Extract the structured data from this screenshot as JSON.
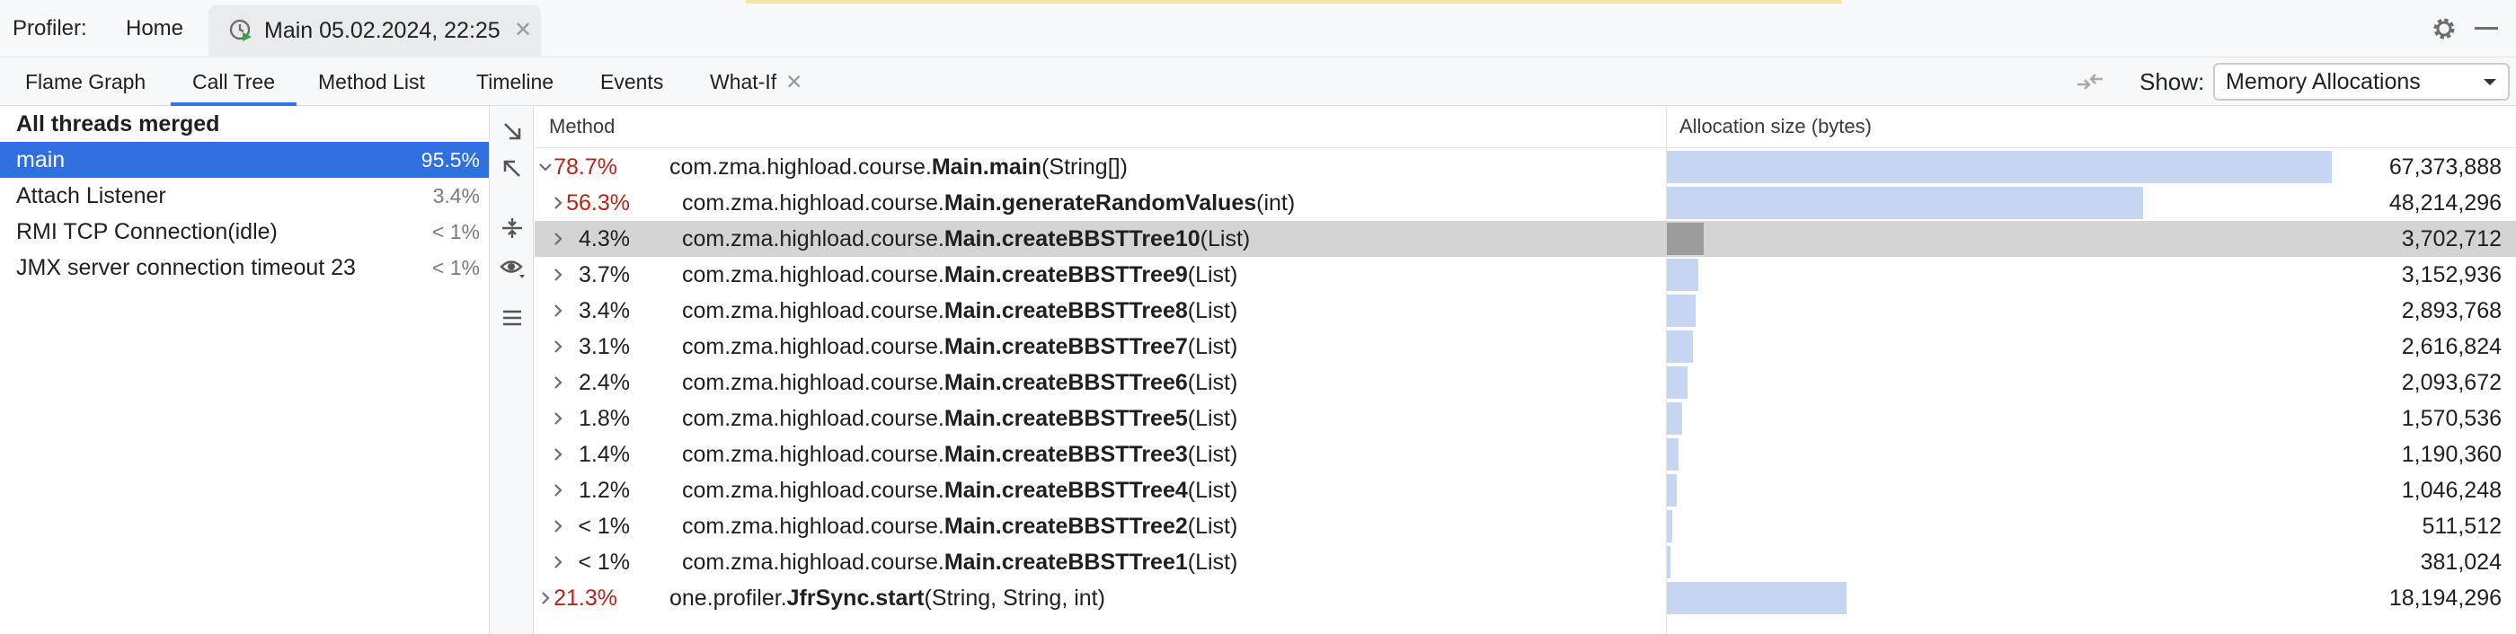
{
  "toolbar": {
    "profiler_label": "Profiler:",
    "home_label": "Home",
    "session_tab_label": "Main 05.02.2024, 22:25",
    "close_glyph": "✕"
  },
  "view_tabs": [
    {
      "label": "Flame Graph",
      "active": false
    },
    {
      "label": "Call Tree",
      "active": true
    },
    {
      "label": "Method List",
      "active": false
    },
    {
      "label": "Timeline",
      "active": false
    },
    {
      "label": "Events",
      "active": false
    },
    {
      "label": "What-If",
      "active": false,
      "closable": true
    }
  ],
  "show": {
    "label": "Show:",
    "selected": "Memory Allocations"
  },
  "threads": {
    "title": "All threads merged",
    "items": [
      {
        "name": "main",
        "pct": "95.5%",
        "selected": true
      },
      {
        "name": "Attach Listener",
        "pct": "3.4%",
        "selected": false
      },
      {
        "name": "RMI TCP Connection(idle)",
        "pct": "< 1%",
        "selected": false
      },
      {
        "name": "JMX server connection timeout 23",
        "pct": "< 1%",
        "selected": false
      }
    ]
  },
  "tree": {
    "columns": {
      "method": "Method",
      "size": "Allocation size (bytes)"
    },
    "max_bytes": 67373888,
    "rows": [
      {
        "depth": 0,
        "expanded": true,
        "pct": "78.7%",
        "hot": true,
        "pkg": "com.zma.highload.course.",
        "cls": "Main.main",
        "args": "(String[])",
        "bytes": 67373888,
        "size": "67,373,888",
        "selected": false
      },
      {
        "depth": 1,
        "expanded": false,
        "pct": "56.3%",
        "hot": true,
        "pkg": "com.zma.highload.course.",
        "cls": "Main.generateRandomValues",
        "args": "(int)",
        "bytes": 48214296,
        "size": "48,214,296",
        "selected": false
      },
      {
        "depth": 1,
        "expanded": false,
        "pct": "4.3%",
        "hot": false,
        "pkg": "com.zma.highload.course.",
        "cls": "Main.createBBSTTree10",
        "args": "(List)",
        "bytes": 3702712,
        "size": "3,702,712",
        "selected": true
      },
      {
        "depth": 1,
        "expanded": false,
        "pct": "3.7%",
        "hot": false,
        "pkg": "com.zma.highload.course.",
        "cls": "Main.createBBSTTree9",
        "args": "(List)",
        "bytes": 3152936,
        "size": "3,152,936",
        "selected": false
      },
      {
        "depth": 1,
        "expanded": false,
        "pct": "3.4%",
        "hot": false,
        "pkg": "com.zma.highload.course.",
        "cls": "Main.createBBSTTree8",
        "args": "(List)",
        "bytes": 2893768,
        "size": "2,893,768",
        "selected": false
      },
      {
        "depth": 1,
        "expanded": false,
        "pct": "3.1%",
        "hot": false,
        "pkg": "com.zma.highload.course.",
        "cls": "Main.createBBSTTree7",
        "args": "(List)",
        "bytes": 2616824,
        "size": "2,616,824",
        "selected": false
      },
      {
        "depth": 1,
        "expanded": false,
        "pct": "2.4%",
        "hot": false,
        "pkg": "com.zma.highload.course.",
        "cls": "Main.createBBSTTree6",
        "args": "(List)",
        "bytes": 2093672,
        "size": "2,093,672",
        "selected": false
      },
      {
        "depth": 1,
        "expanded": false,
        "pct": "1.8%",
        "hot": false,
        "pkg": "com.zma.highload.course.",
        "cls": "Main.createBBSTTree5",
        "args": "(List)",
        "bytes": 1570536,
        "size": "1,570,536",
        "selected": false
      },
      {
        "depth": 1,
        "expanded": false,
        "pct": "1.4%",
        "hot": false,
        "pkg": "com.zma.highload.course.",
        "cls": "Main.createBBSTTree3",
        "args": "(List)",
        "bytes": 1190360,
        "size": "1,190,360",
        "selected": false
      },
      {
        "depth": 1,
        "expanded": false,
        "pct": "1.2%",
        "hot": false,
        "pkg": "com.zma.highload.course.",
        "cls": "Main.createBBSTTree4",
        "args": "(List)",
        "bytes": 1046248,
        "size": "1,046,248",
        "selected": false
      },
      {
        "depth": 1,
        "expanded": false,
        "pct": "< 1%",
        "hot": false,
        "pkg": "com.zma.highload.course.",
        "cls": "Main.createBBSTTree2",
        "args": "(List)",
        "bytes": 511512,
        "size": "511,512",
        "selected": false
      },
      {
        "depth": 1,
        "expanded": false,
        "pct": "< 1%",
        "hot": false,
        "pkg": "com.zma.highload.course.",
        "cls": "Main.createBBSTTree1",
        "args": "(List)",
        "bytes": 381024,
        "size": "381,024",
        "selected": false
      },
      {
        "depth": 0,
        "expanded": false,
        "pct": "21.3%",
        "hot": true,
        "pkg": "one.profiler.",
        "cls": "JfrSync.start",
        "args": "(String, String, int)",
        "bytes": 18194296,
        "size": "18,194,296",
        "selected": false
      }
    ]
  },
  "icons": {
    "session": "profiler-run-icon",
    "settings": "gear-icon",
    "minimize": "minimize-icon",
    "compare": "compare-icon",
    "select_chevron": "chevron-down-icon",
    "strip": [
      "expand-down-icon",
      "collapse-up-icon",
      "fold-icon",
      "eye-icon",
      "menu-icon"
    ]
  },
  "colors": {
    "accent": "#3574f0",
    "selected_thread": "#2f6fe0",
    "hot_pct": "#b3261e",
    "bar": "#c5d5f2",
    "selected_row": "#d4d4d4"
  }
}
